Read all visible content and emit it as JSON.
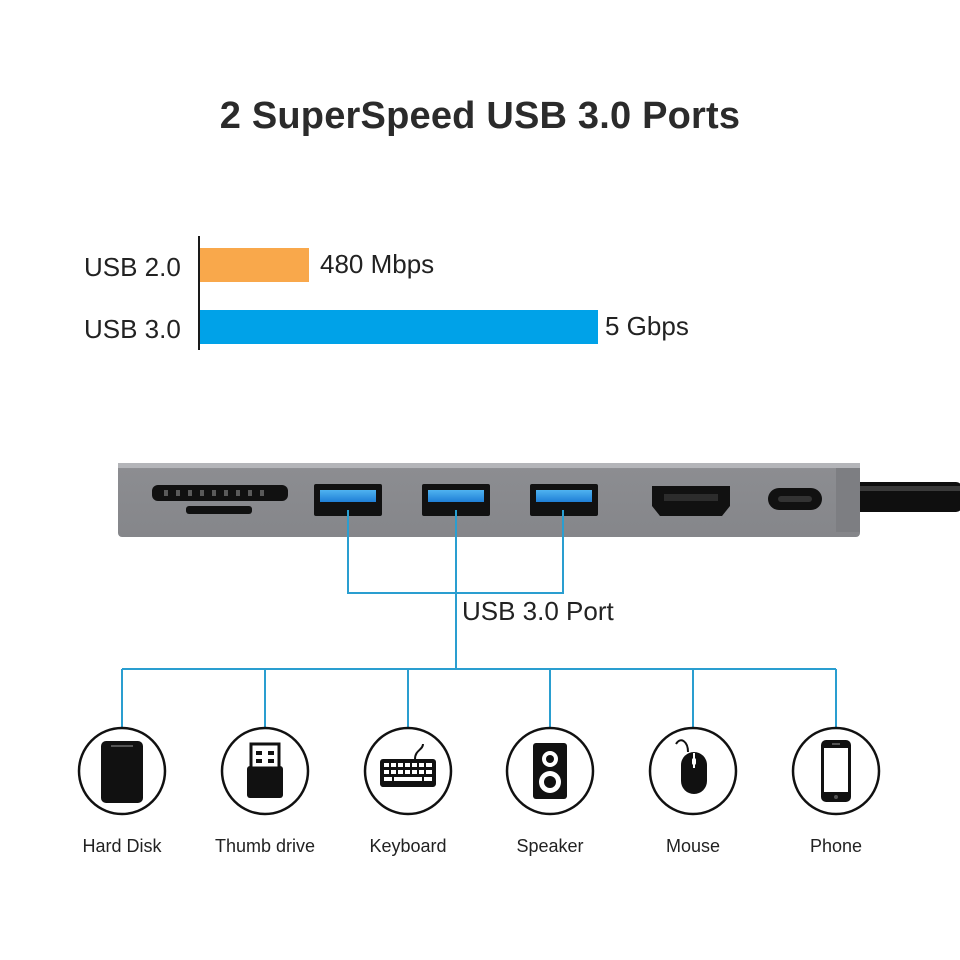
{
  "title": "2 SuperSpeed USB 3.0 Ports",
  "colors": {
    "usb2": "#F9A84B",
    "usb3": "#00A2E8",
    "connector_line": "#2A9ED0",
    "hub_body": "#8F9095"
  },
  "chart_data": {
    "type": "bar",
    "orientation": "horizontal",
    "categories": [
      "USB 2.0",
      "USB 3.0"
    ],
    "values": [
      480,
      5000
    ],
    "value_labels": [
      "480 Mbps",
      "5 Gbps"
    ],
    "unit": "Mbps",
    "xlim": [
      0,
      5000
    ]
  },
  "hub": {
    "port_caption": "USB 3.0 Port",
    "ports": [
      "sd-card-slot",
      "usb3-port",
      "usb3-port",
      "usb3-port",
      "hdmi-port",
      "usb-c-port"
    ]
  },
  "devices": [
    {
      "label": "Hard Disk",
      "icon": "hard-disk-icon"
    },
    {
      "label": "Thumb drive",
      "icon": "thumb-drive-icon"
    },
    {
      "label": "Keyboard",
      "icon": "keyboard-icon"
    },
    {
      "label": "Speaker",
      "icon": "speaker-icon"
    },
    {
      "label": "Mouse",
      "icon": "mouse-icon"
    },
    {
      "label": "Phone",
      "icon": "phone-icon"
    }
  ]
}
